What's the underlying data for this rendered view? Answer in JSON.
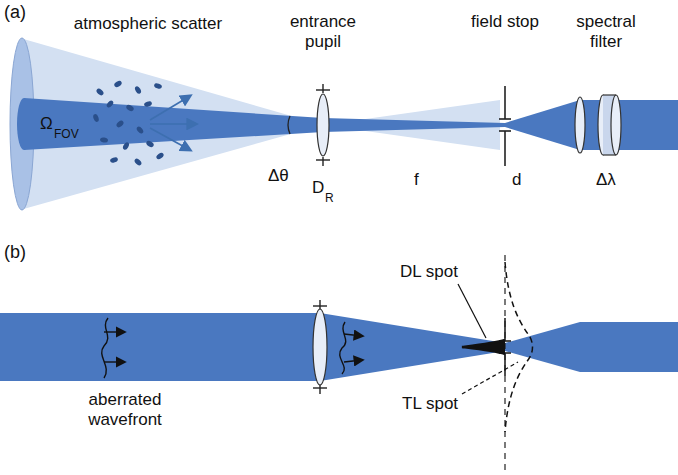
{
  "diagram": {
    "labels": [
      "(a)",
      "atmospheric scatter",
      "entrance pupil",
      "field stop",
      "spectral filter",
      "Ω",
      "FOV",
      "Δθ",
      "D",
      "R",
      "f",
      "d",
      "Δλ",
      "(b)",
      "DL spot",
      "TL spot",
      "aberrated wavefront"
    ]
  }
}
